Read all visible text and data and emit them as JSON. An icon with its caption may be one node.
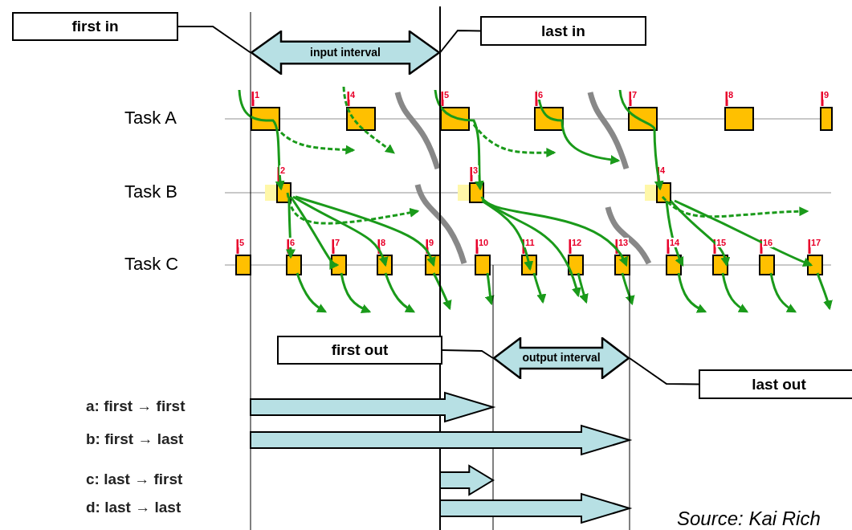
{
  "diagram": {
    "caption": "Source: Kai Rich",
    "nodes": [
      {
        "text": [
          "first in"
        ]
      },
      {
        "text": [
          "input interval"
        ]
      },
      {
        "text": [
          "last in"
        ]
      },
      {
        "text": [
          "first out"
        ]
      },
      {
        "text": [
          "output interval"
        ]
      },
      {
        "text": [
          "last out"
        ]
      }
    ],
    "edges": [
      {
        "from": 0,
        "to": 1,
        "arrow": "none"
      },
      {
        "from": 2,
        "to": 1,
        "arrow": "none"
      },
      {
        "from": 3,
        "to": 4,
        "arrow": "none"
      },
      {
        "from": 5,
        "to": 4,
        "arrow": "none"
      }
    ],
    "labels": [
      "Task A",
      "1",
      "4",
      "5",
      "6",
      "7",
      "8",
      "9",
      "Task B",
      "2",
      "3",
      "4",
      "Task C",
      "5",
      "6",
      "7",
      "8",
      "9",
      "10",
      "11",
      "12",
      "13",
      "14",
      "15",
      "16",
      "17",
      "a: first → first",
      "b: first → last",
      "c: last → first",
      "d: last → last"
    ]
  }
}
